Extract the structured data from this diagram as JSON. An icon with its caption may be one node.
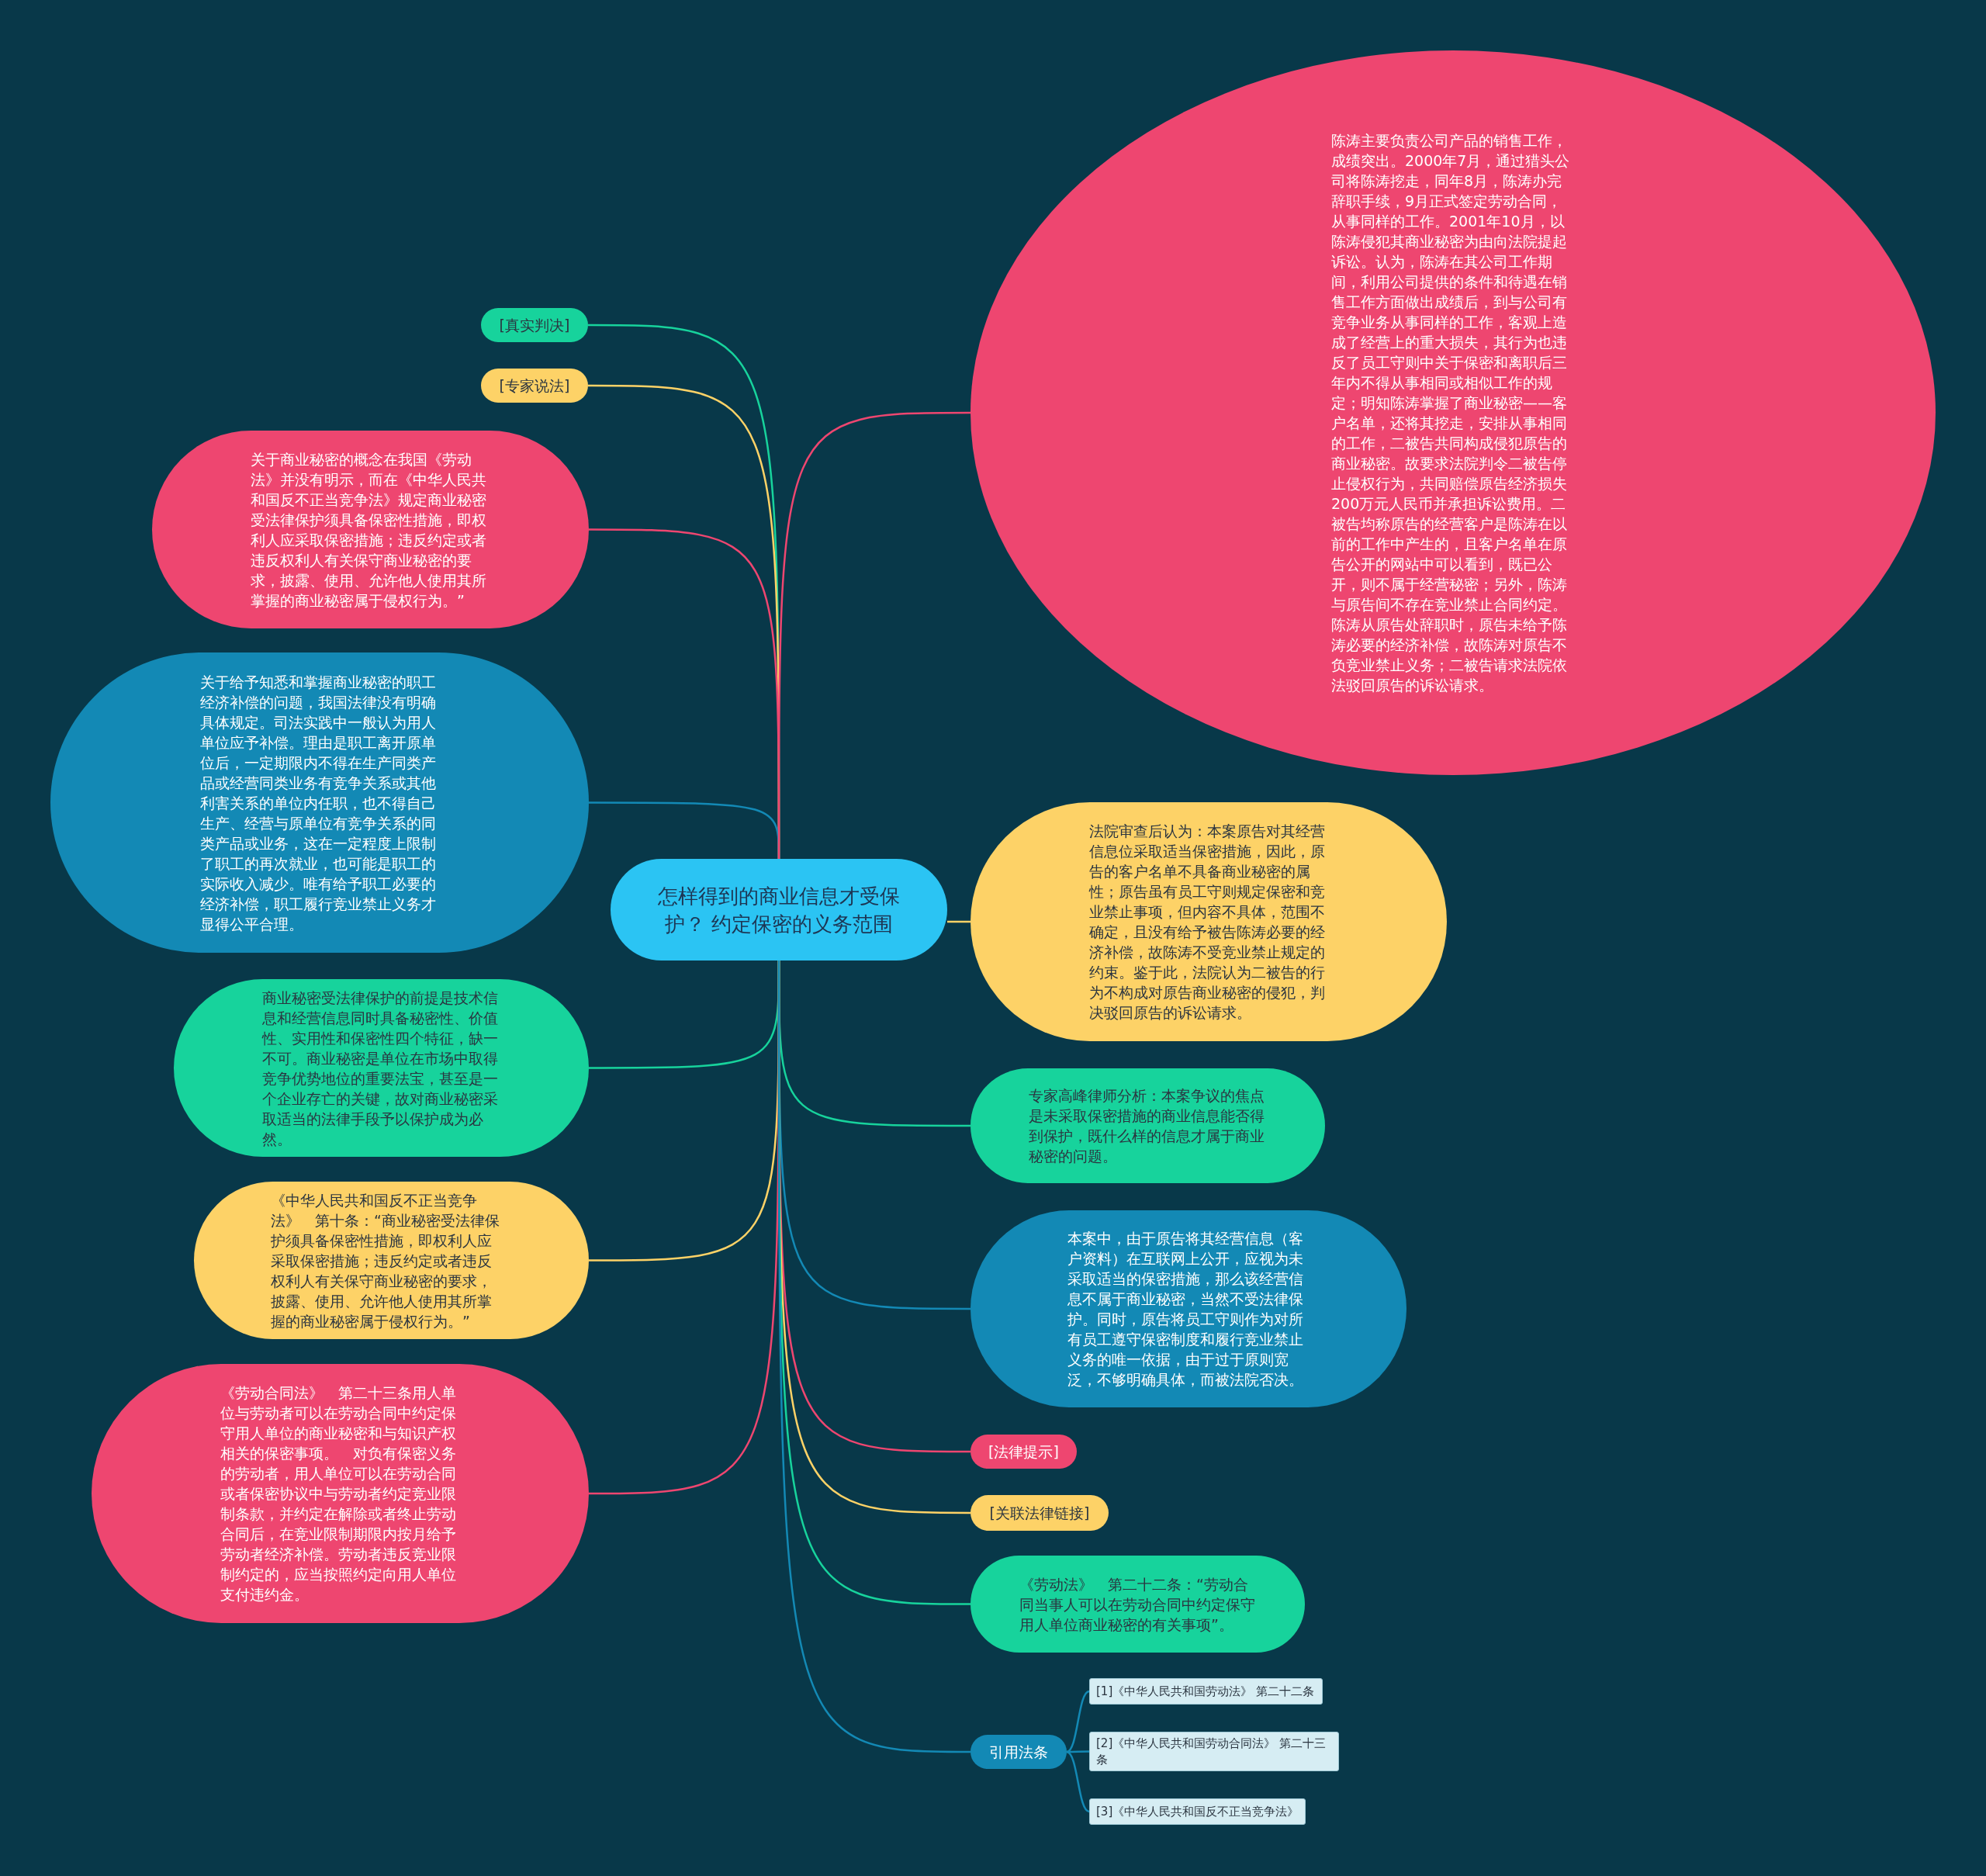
{
  "diagram": {
    "nodes": [
      {
        "text": [
          "怎样得到的商业信息才受保护？ 约定保密的义务范围"
        ]
      },
      {
        "text": [
          "[真实判决]"
        ]
      },
      {
        "text": [
          "[专家说法]"
        ]
      },
      {
        "text": [
          "关于商业秘密的概念在我国《劳动法》并没有明示，而在《中华人民共和国反不正当竞争法》规定商业秘密受法律保护须具备保密性措施，即权利人应采取保密措施；违反约定或者违反权利人有关保守商业秘密的要求，披露、使用、允许他人使用其所掌握的商业秘密属于侵权行为。”"
        ]
      },
      {
        "text": [
          "关于给予知悉和掌握商业秘密的职工经济补偿的问题，我国法律没有明确具体规定。司法实践中一般认为用人单位应予补偿。理由是职工离开原单位后，一定期限内不得在生产同类产品或经营同类业务有竞争关系或其他利害关系的单位内任职，也不得自己生产、经营与原单位有竞争关系的同类产品或业务，这在一定程度上限制了职工的再次就业，也可能是职工的实际收入减少。唯有给予职工必要的经济补偿，职工履行竞业禁止义务才显得公平合理。"
        ]
      },
      {
        "text": [
          "商业秘密受法律保护的前提是技术信息和经营信息同时具备秘密性、价值性、实用性和保密性四个特征，缺一不可。商业秘密是单位在市场中取得竞争优势地位的重要法宝，甚至是一个企业存亡的关键，故对商业秘密采取适当的法律手段予以保护成为必然。"
        ]
      },
      {
        "text": [
          "《中华人民共和国反不正当竞争法》　第十条：“商业秘密受法律保护须具备保密性措施，即权利人应采取保密措施；违反约定或者违反权利人有关保守商业秘密的要求，披露、使用、允许他人使用其所掌握的商业秘密属于侵权行为。”"
        ]
      },
      {
        "text": [
          "《劳动合同法》　第二十三条用人单位与劳动者可以在劳动合同中约定保守用人单位的商业秘密和与知识产权相关的保密事项。　对负有保密义务的劳动者，用人单位可以在劳动合同或者保密协议中与劳动者约定竞业限制条款，并约定在解除或者终止劳动合同后，在竞业限制期限内按月给予劳动者经济补偿。劳动者违反竞业限制约定的，应当按照约定向用人单位支付违约金。"
        ]
      },
      {
        "text": [
          "陈涛主要负责公司产品的销售工作，成绩突出。2000年7月，通过猎头公司将陈涛挖走，同年8月，陈涛办完辞职手续，9月正式签定劳动合同，从事同样的工作。2001年10月，以陈涛侵犯其商业秘密为由向法院提起诉讼。认为，陈涛在其公司工作期间，利用公司提供的条件和待遇在销售工作方面做出成绩后，到与公司有竞争业务从事同样的工作，客观上造成了经营上的重大损失，其行为也违反了员工守则中关于保密和离职后三年内不得从事相同或相似工作的规定；明知陈涛掌握了商业秘密——客户名单，还将其挖走，安排从事相同的工作，二被告共同构成侵犯原告的商业秘密。故要求法院判令二被告停止侵权行为，共同赔偿原告经济损失200万元人民币并承担诉讼费用。二被告均称原告的经营客户是陈涛在以前的工作中产生的，且客户名单在原告公开的网站中可以看到，既已公开，则不属于经营秘密；另外，陈涛与原告间不存在竞业禁止合同约定。陈涛从原告处辞职时，原告未给予陈涛必要的经济补偿，故陈涛对原告不负竞业禁止义务；二被告请求法院依法驳回原告的诉讼请求。"
        ]
      },
      {
        "text": [
          "法院审查后认为：本案原告对其经营信息位采取适当保密措施，因此，原告的客户名单不具备商业秘密的属性；原告虽有员工守则规定保密和竞业禁止事项，但内容不具体，范围不确定，且没有给予被告陈涛必要的经济补偿，故陈涛不受竞业禁止规定的约束。鉴于此，法院认为二被告的行为不构成对原告商业秘密的侵犯，判决驳回原告的诉讼请求。"
        ]
      },
      {
        "text": [
          "专家高峰律师分析：本案争议的焦点是未采取保密措施的商业信息能否得到保护，既什么样的信息才属于商业秘密的问题。"
        ]
      },
      {
        "text": [
          "本案中，由于原告将其经营信息（客户资料）在互联网上公开，应视为未采取适当的保密措施，那么该经营信息不属于商业秘密，当然不受法律保护。同时，原告将员工守则作为对所有员工遵守保密制度和履行竞业禁止义务的唯一依据，由于过于原则宽泛，不够明确具体，而被法院否决。"
        ]
      },
      {
        "text": [
          "[法律提示]"
        ]
      },
      {
        "text": [
          "[关联法律链接]"
        ]
      },
      {
        "text": [
          "《劳动法》　第二十二条：“劳动合同当事人可以在劳动合同中约定保守用人单位商业秘密的有关事项”。"
        ]
      },
      {
        "text": [
          "引用法条"
        ]
      },
      {
        "text": [
          "[1]《中华人民共和国劳动法》 第二十二条"
        ]
      },
      {
        "text": [
          "[2]《中华人民共和国劳动合同法》 第二十三条"
        ]
      },
      {
        "text": [
          "[3]《中华人民共和国反不正当竞争法》"
        ]
      }
    ],
    "edges": [
      {
        "from": 0,
        "to": 1,
        "arrow": "none",
        "color": "#17d39c"
      },
      {
        "from": 0,
        "to": 2,
        "arrow": "none",
        "color": "#fdd267"
      },
      {
        "from": 0,
        "to": 3,
        "arrow": "none",
        "color": "#ee4670"
      },
      {
        "from": 0,
        "to": 4,
        "arrow": "none",
        "color": "#1389b5"
      },
      {
        "from": 0,
        "to": 5,
        "arrow": "none",
        "color": "#17d39c"
      },
      {
        "from": 0,
        "to": 6,
        "arrow": "none",
        "color": "#fdd267"
      },
      {
        "from": 0,
        "to": 7,
        "arrow": "none",
        "color": "#ee4670"
      },
      {
        "from": 0,
        "to": 8,
        "arrow": "none",
        "color": "#ee4670"
      },
      {
        "from": 0,
        "to": 9,
        "arrow": "none",
        "color": "#fdd267"
      },
      {
        "from": 0,
        "to": 10,
        "arrow": "none",
        "color": "#17d39c"
      },
      {
        "from": 0,
        "to": 11,
        "arrow": "none",
        "color": "#1389b5"
      },
      {
        "from": 0,
        "to": 12,
        "arrow": "none",
        "color": "#ee4670"
      },
      {
        "from": 0,
        "to": 13,
        "arrow": "none",
        "color": "#fdd267"
      },
      {
        "from": 0,
        "to": 14,
        "arrow": "none",
        "color": "#17d39c"
      },
      {
        "from": 0,
        "to": 15,
        "arrow": "none",
        "color": "#1389b5"
      },
      {
        "from": 15,
        "to": 16,
        "arrow": "none",
        "color": "#1389b5"
      },
      {
        "from": 15,
        "to": 17,
        "arrow": "none",
        "color": "#1389b5"
      },
      {
        "from": 15,
        "to": 18,
        "arrow": "none",
        "color": "#1389b5"
      }
    ]
  }
}
